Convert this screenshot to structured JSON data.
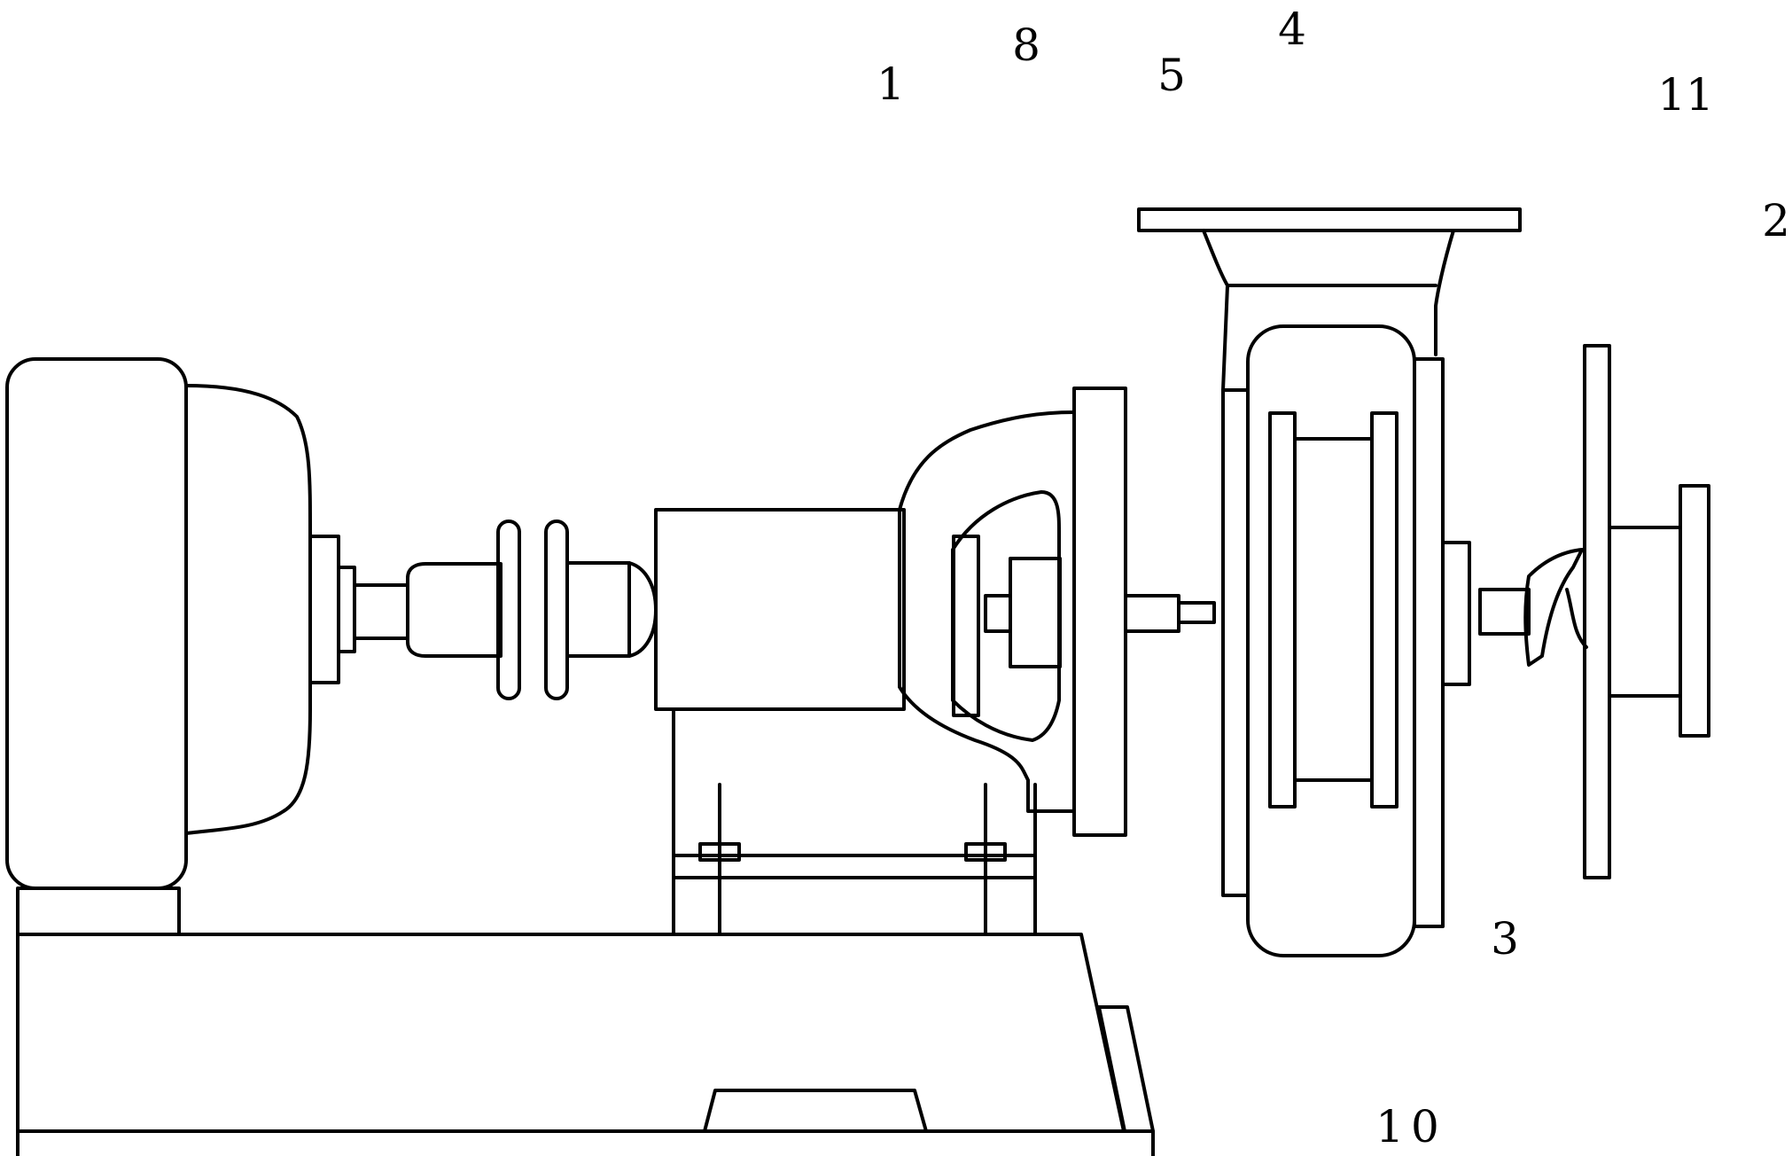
{
  "colors": {
    "line": "#000000",
    "background": "#ffffff"
  },
  "labels": {
    "l1": "1",
    "l8": "8",
    "l5": "5",
    "l4": "4",
    "l11": "11",
    "l2": "2",
    "l3": "3",
    "l10": "10"
  }
}
